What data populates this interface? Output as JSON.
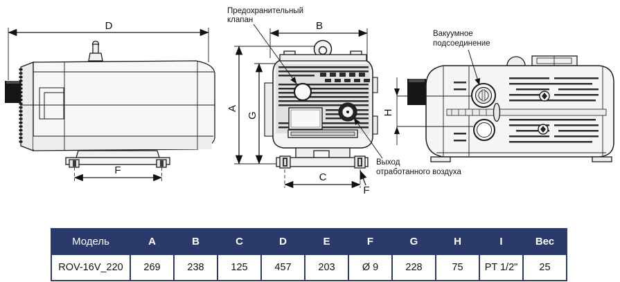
{
  "drawing": {
    "annotations": {
      "safety_valve": {
        "line1": "Предохранительный",
        "line2": "клапан"
      },
      "vacuum_connection": {
        "line1": "Вакуумное",
        "line2": "подсоединение"
      },
      "exhaust_outlet": {
        "line1": "Выход",
        "line2": "отработанного воздуха"
      }
    },
    "dimensions": {
      "d": "D",
      "f": "F",
      "a": "A",
      "g": "G",
      "b": "B",
      "c": "C",
      "h": "H"
    }
  },
  "table": {
    "headers": [
      "Модель",
      "A",
      "B",
      "C",
      "D",
      "E",
      "F",
      "G",
      "H",
      "I",
      "Вес"
    ],
    "rows": [
      [
        "ROV-16V_220",
        "269",
        "238",
        "125",
        "457",
        "203",
        "Ø 9",
        "228",
        "75",
        "PT 1/2\"",
        "25"
      ]
    ]
  },
  "colors": {
    "accent": "#2b3a6b",
    "line": "#1a1a1a"
  }
}
